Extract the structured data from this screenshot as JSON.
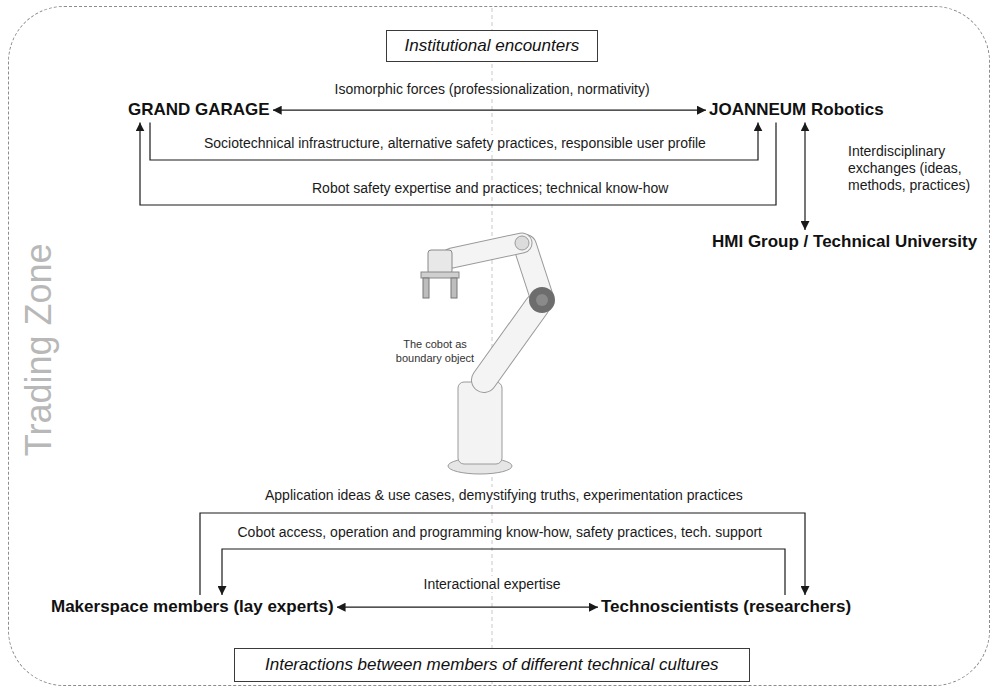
{
  "diagram": {
    "nodes": [
      {
        "text": [
          "Trading Zone"
        ]
      },
      {
        "text": [
          "Institutional encounters"
        ],
        "in": 0
      },
      {
        "text": [
          "GRAND GARAGE"
        ],
        "in": 0
      },
      {
        "text": [
          "JOANNEUM Robotics"
        ],
        "in": 0
      },
      {
        "text": [
          "HMI Group / Technical University"
        ],
        "in": 0
      },
      {
        "text": [
          "Makerspace members (lay experts)"
        ],
        "in": 0
      },
      {
        "text": [
          "Technoscientists (researchers)"
        ],
        "in": 0
      },
      {
        "text": [
          "Interactions between members of different technical cultures"
        ],
        "in": 0
      }
    ],
    "edges": [
      {
        "from": 2,
        "to": 3,
        "label": "Isomorphic forces (professionalization, normativity)",
        "arrow": "both"
      },
      {
        "from": 2,
        "to": 3,
        "label": "Sociotechnical infrastructure, alternative safety practices, responsible user profile",
        "arrow": "to"
      },
      {
        "from": 3,
        "to": 2,
        "label": "Robot safety expertise and practices; technical know-how",
        "arrow": "to"
      },
      {
        "from": 3,
        "to": 4,
        "label": "Interdisciplinary exchanges (ideas, methods, practices)",
        "arrow": "both"
      },
      {
        "from": 5,
        "to": 6,
        "label": "Application ideas & use cases, demystifying truths, experimentation practices",
        "arrow": "to"
      },
      {
        "from": 6,
        "to": 5,
        "label": "Cobot access, operation and programming know-how, safety practices, tech. support",
        "arrow": "to"
      },
      {
        "from": 5,
        "to": 6,
        "label": "Interactional expertise",
        "arrow": "both"
      }
    ],
    "labels": [
      "The cobot as boundary object"
    ]
  }
}
